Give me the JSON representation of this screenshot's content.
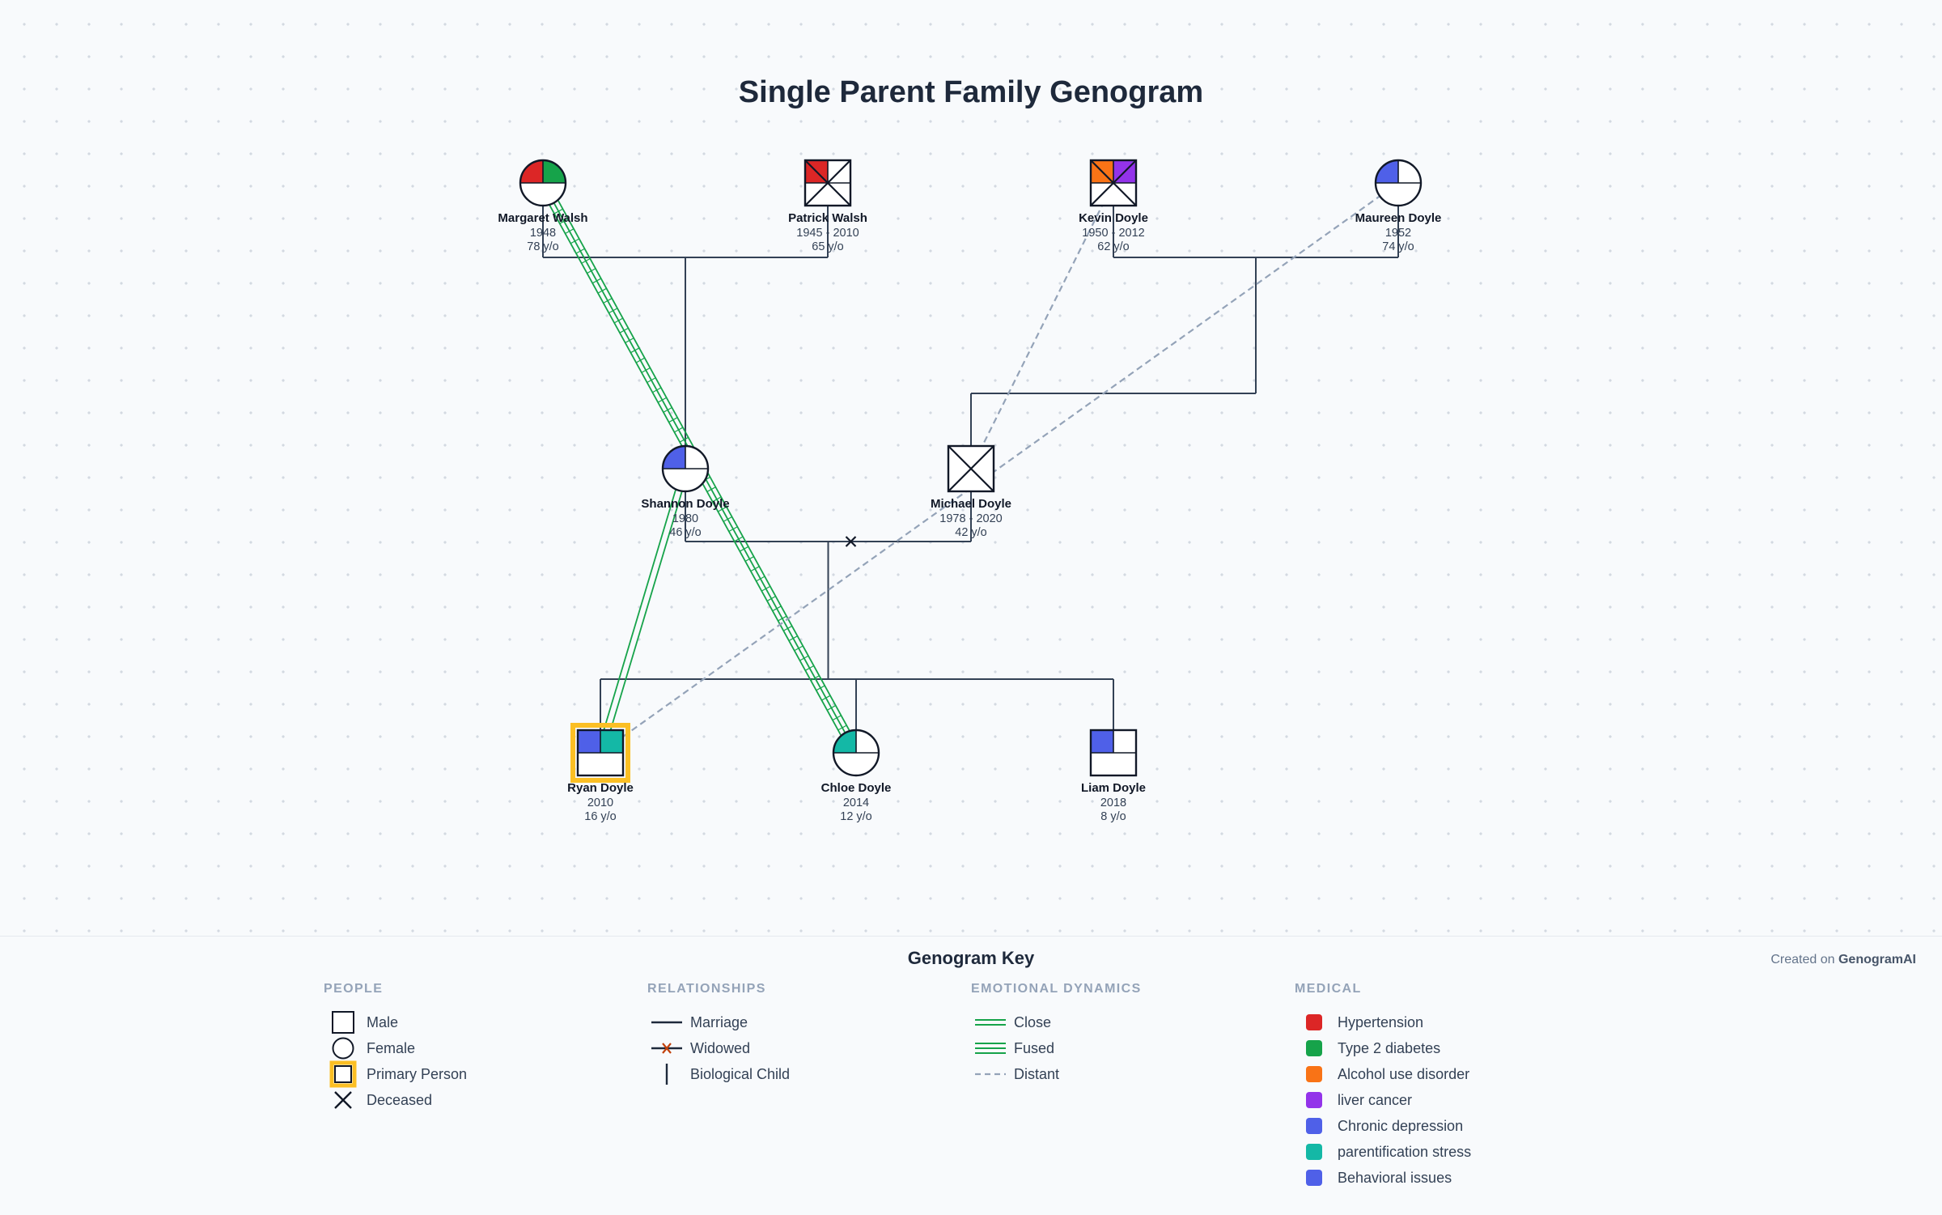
{
  "title": "Single Parent Family Genogram",
  "people": [
    {
      "id": "margaret",
      "name": "Margaret Walsh",
      "years": "1948",
      "age": "78 y/o",
      "sex": "female",
      "deceased": false,
      "primary": false,
      "conditions": [
        "Hypertension",
        "Type 2 diabetes"
      ]
    },
    {
      "id": "patrick",
      "name": "Patrick Walsh",
      "years": "1945 - 2010",
      "age": "65 y/o",
      "sex": "male",
      "deceased": true,
      "primary": false,
      "conditions": [
        "Hypertension"
      ]
    },
    {
      "id": "kevin",
      "name": "Kevin Doyle",
      "years": "1950 - 2012",
      "age": "62 y/o",
      "sex": "male",
      "deceased": true,
      "primary": false,
      "conditions": [
        "Alcohol use disorder",
        "liver cancer"
      ]
    },
    {
      "id": "maureen",
      "name": "Maureen Doyle",
      "years": "1952",
      "age": "74 y/o",
      "sex": "female",
      "deceased": false,
      "primary": false,
      "conditions": [
        "Chronic depression"
      ]
    },
    {
      "id": "shannon",
      "name": "Shannon Doyle",
      "years": "1980",
      "age": "46 y/o",
      "sex": "female",
      "deceased": false,
      "primary": false,
      "conditions": [
        "Chronic depression"
      ]
    },
    {
      "id": "michael",
      "name": "Michael Doyle",
      "years": "1978 - 2020",
      "age": "42 y/o",
      "sex": "male",
      "deceased": true,
      "primary": false,
      "conditions": []
    },
    {
      "id": "ryan",
      "name": "Ryan Doyle",
      "years": "2010",
      "age": "16 y/o",
      "sex": "male",
      "deceased": false,
      "primary": true,
      "conditions": [
        "Behavioral issues",
        "parentification stress"
      ]
    },
    {
      "id": "chloe",
      "name": "Chloe Doyle",
      "years": "2014",
      "age": "12 y/o",
      "sex": "female",
      "deceased": false,
      "primary": false,
      "conditions": [
        "parentification stress"
      ]
    },
    {
      "id": "liam",
      "name": "Liam Doyle",
      "years": "2018",
      "age": "8 y/o",
      "sex": "male",
      "deceased": false,
      "primary": false,
      "conditions": [
        "Behavioral issues"
      ]
    }
  ],
  "unions": [
    {
      "partners": [
        "margaret",
        "patrick"
      ],
      "type": "Marriage",
      "children": [
        "shannon"
      ]
    },
    {
      "partners": [
        "kevin",
        "maureen"
      ],
      "type": "Marriage",
      "children": [
        "michael"
      ]
    },
    {
      "partners": [
        "shannon",
        "michael"
      ],
      "type": "Widowed",
      "children": [
        "ryan",
        "chloe",
        "liam"
      ]
    }
  ],
  "emotional": [
    {
      "from": "margaret",
      "to": "chloe",
      "type": "Fused"
    },
    {
      "from": "shannon",
      "to": "ryan",
      "type": "Close"
    },
    {
      "from": "kevin",
      "to": "michael",
      "type": "Distant"
    },
    {
      "from": "maureen",
      "to": "ryan",
      "type": "Distant"
    }
  ],
  "key": {
    "title": "Genogram Key",
    "credit_prefix": "Created on",
    "credit_brand": "GenogramAI",
    "people": {
      "heading": "PEOPLE",
      "items": [
        "Male",
        "Female",
        "Primary Person",
        "Deceased"
      ]
    },
    "relationships": {
      "heading": "RELATIONSHIPS",
      "items": [
        "Marriage",
        "Widowed",
        "Biological Child"
      ]
    },
    "emotional": {
      "heading": "EMOTIONAL DYNAMICS",
      "items": [
        "Close",
        "Fused",
        "Distant"
      ]
    },
    "medical": {
      "heading": "MEDICAL",
      "items": [
        {
          "label": "Hypertension",
          "color": "#dc2626"
        },
        {
          "label": "Type 2 diabetes",
          "color": "#16a34a"
        },
        {
          "label": "Alcohol use disorder",
          "color": "#f97316"
        },
        {
          "label": "liver cancer",
          "color": "#9333ea"
        },
        {
          "label": "Chronic depression",
          "color": "#4f60e8"
        },
        {
          "label": "parentification stress",
          "color": "#14b8a6"
        },
        {
          "label": "Behavioral issues",
          "color": "#4f60e8"
        }
      ]
    }
  },
  "colors": {
    "line": "#334155",
    "close": "#16a34a",
    "distant": "#94a3b8",
    "primary_border": "#fbbf24",
    "widowed_mark": "#c2410c"
  }
}
